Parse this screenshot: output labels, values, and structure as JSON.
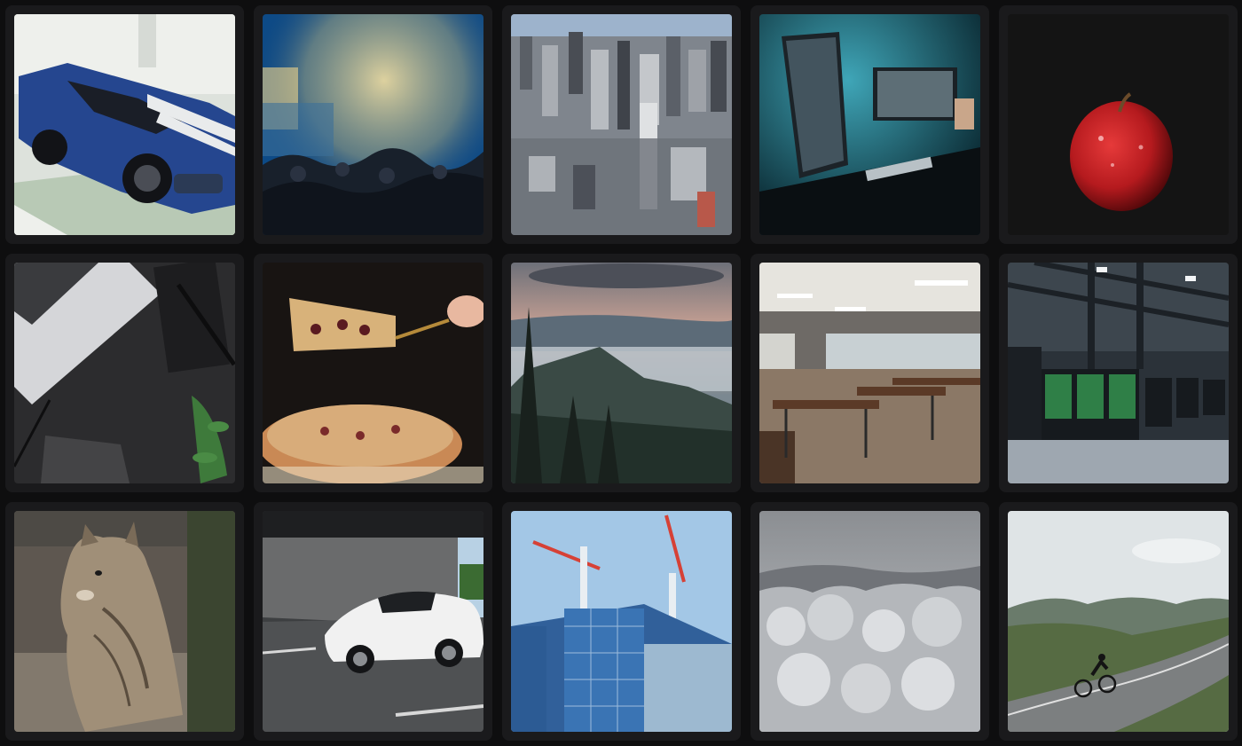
{
  "gallery": {
    "tiles": [
      {
        "subject": "lego-sports-car",
        "colors": {
          "bg": "#dfe3df",
          "main": "#23458d",
          "accent": "#f2f2ef"
        }
      },
      {
        "subject": "concert-crowd-confetti",
        "colors": {
          "bg": "#0b3f78",
          "main": "#c9b985",
          "accent": "#131b26"
        }
      },
      {
        "subject": "city-skyline-aerial",
        "colors": {
          "bg": "#8aa4c4",
          "main": "#7f848c",
          "accent": "#3b3e44"
        }
      },
      {
        "subject": "desk-monitors",
        "colors": {
          "bg": "#1b6f7f",
          "main": "#0d1a1f",
          "accent": "#cfd6da"
        }
      },
      {
        "subject": "red-apple",
        "colors": {
          "bg": "#151515",
          "main": "#c41e22",
          "accent": "#7a0b0d"
        }
      },
      {
        "subject": "laptop-desk-flatlay",
        "colors": {
          "bg": "#2f2f31",
          "main": "#c9c9cc",
          "accent": "#3b6b36"
        }
      },
      {
        "subject": "cake-slice",
        "colors": {
          "bg": "#1a1613",
          "main": "#d9a56a",
          "accent": "#5b1a1f"
        }
      },
      {
        "subject": "mountain-forest-dusk",
        "colors": {
          "bg": "#b9a8a3",
          "main": "#3d4b4b",
          "accent": "#1f2b24"
        }
      },
      {
        "subject": "empty-classroom",
        "colors": {
          "bg": "#8b8f90",
          "main": "#5b3e2a",
          "accent": "#e8e6df"
        }
      },
      {
        "subject": "server-room",
        "colors": {
          "bg": "#2a3138",
          "main": "#1c2126",
          "accent": "#54d46c"
        }
      },
      {
        "subject": "bobcat",
        "colors": {
          "bg": "#6a6158",
          "main": "#9a8b76",
          "accent": "#2f3a2a"
        }
      },
      {
        "subject": "white-sports-car-tunnel",
        "colors": {
          "bg": "#585a5c",
          "main": "#f1f1f1",
          "accent": "#2b2c2e"
        }
      },
      {
        "subject": "construction-cranes",
        "colors": {
          "bg": "#9cc4e6",
          "main": "#2e65a8",
          "accent": "#d64136"
        }
      },
      {
        "subject": "frosted-forest",
        "colors": {
          "bg": "#8a8d91",
          "main": "#c9cbce",
          "accent": "#6b6e72"
        }
      },
      {
        "subject": "cyclist-mountain-road",
        "colors": {
          "bg": "#dfe4e6",
          "main": "#566b43",
          "accent": "#2b2d2f"
        }
      }
    ]
  }
}
